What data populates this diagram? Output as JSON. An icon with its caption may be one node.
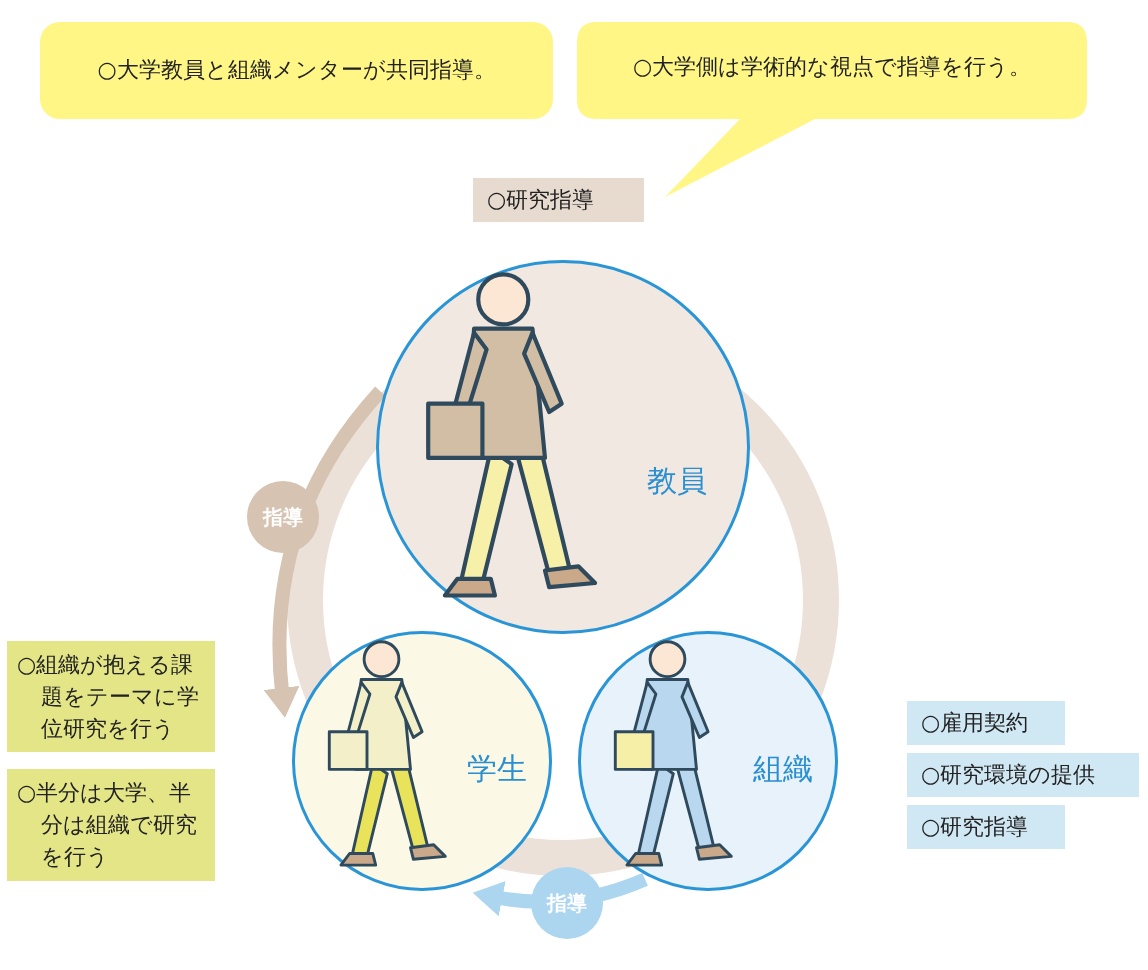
{
  "diagram": {
    "nodes": [
      {
        "text": [
          "○大学教員と組織メンターが共同指導。"
        ]
      },
      {
        "text": [
          "○大学側は学術的な視点で指導を行う。"
        ]
      },
      {
        "text": [
          "○研究指導"
        ]
      },
      {
        "text": [
          "教員"
        ]
      },
      {
        "text": [
          "学生"
        ]
      },
      {
        "text": [
          "組織"
        ]
      },
      {
        "text": [
          "○組織が抱える課題をテーマに学位研究を行う"
        ]
      },
      {
        "text": [
          "○半分は大学、半分は組織で研究を行う"
        ]
      },
      {
        "text": [
          "○雇用契約"
        ]
      },
      {
        "text": [
          "○研究環境の提供"
        ]
      },
      {
        "text": [
          "○研究指導"
        ]
      }
    ],
    "edges": [
      {
        "from": 3,
        "to": 4,
        "arrow": "to",
        "label": "指導",
        "color": "#d6c3b1"
      },
      {
        "from": 5,
        "to": 4,
        "arrow": "to",
        "label": "指導",
        "color": "#acd6f0"
      }
    ]
  }
}
